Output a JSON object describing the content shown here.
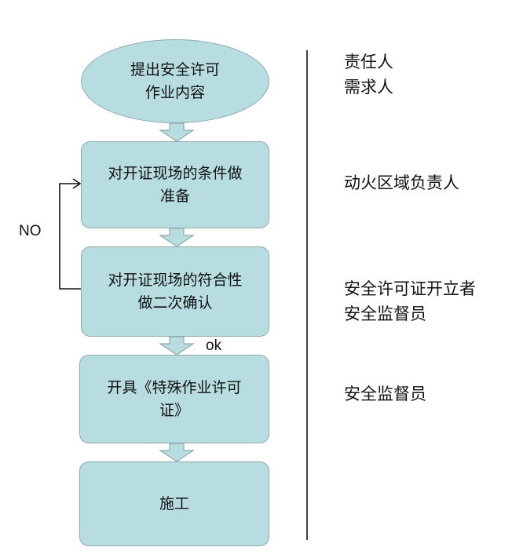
{
  "steps": [
    {
      "lines": [
        "提出安全许可",
        "作业内容"
      ]
    },
    {
      "lines": [
        "对开证现场的条件做",
        "准备"
      ]
    },
    {
      "lines": [
        "对开证现场的符合性",
        "做二次确认"
      ]
    },
    {
      "lines": [
        "开具《特殊作业许可",
        "证》"
      ]
    },
    {
      "lines": [
        "施工"
      ]
    }
  ],
  "roles": [
    {
      "lines": [
        "责任人",
        "需求人"
      ]
    },
    {
      "lines": [
        "动火区域负责人"
      ]
    },
    {
      "lines": [
        "安全许可证开立者",
        "安全监督员"
      ]
    },
    {
      "lines": [
        "安全监督员"
      ]
    }
  ],
  "labels": {
    "no": "NO",
    "ok": "ok"
  },
  "colors": {
    "node_fill": "#b8dde1",
    "node_border": "#8fa9ad",
    "arrow_fill": "#b8dde1",
    "line": "#111111"
  }
}
